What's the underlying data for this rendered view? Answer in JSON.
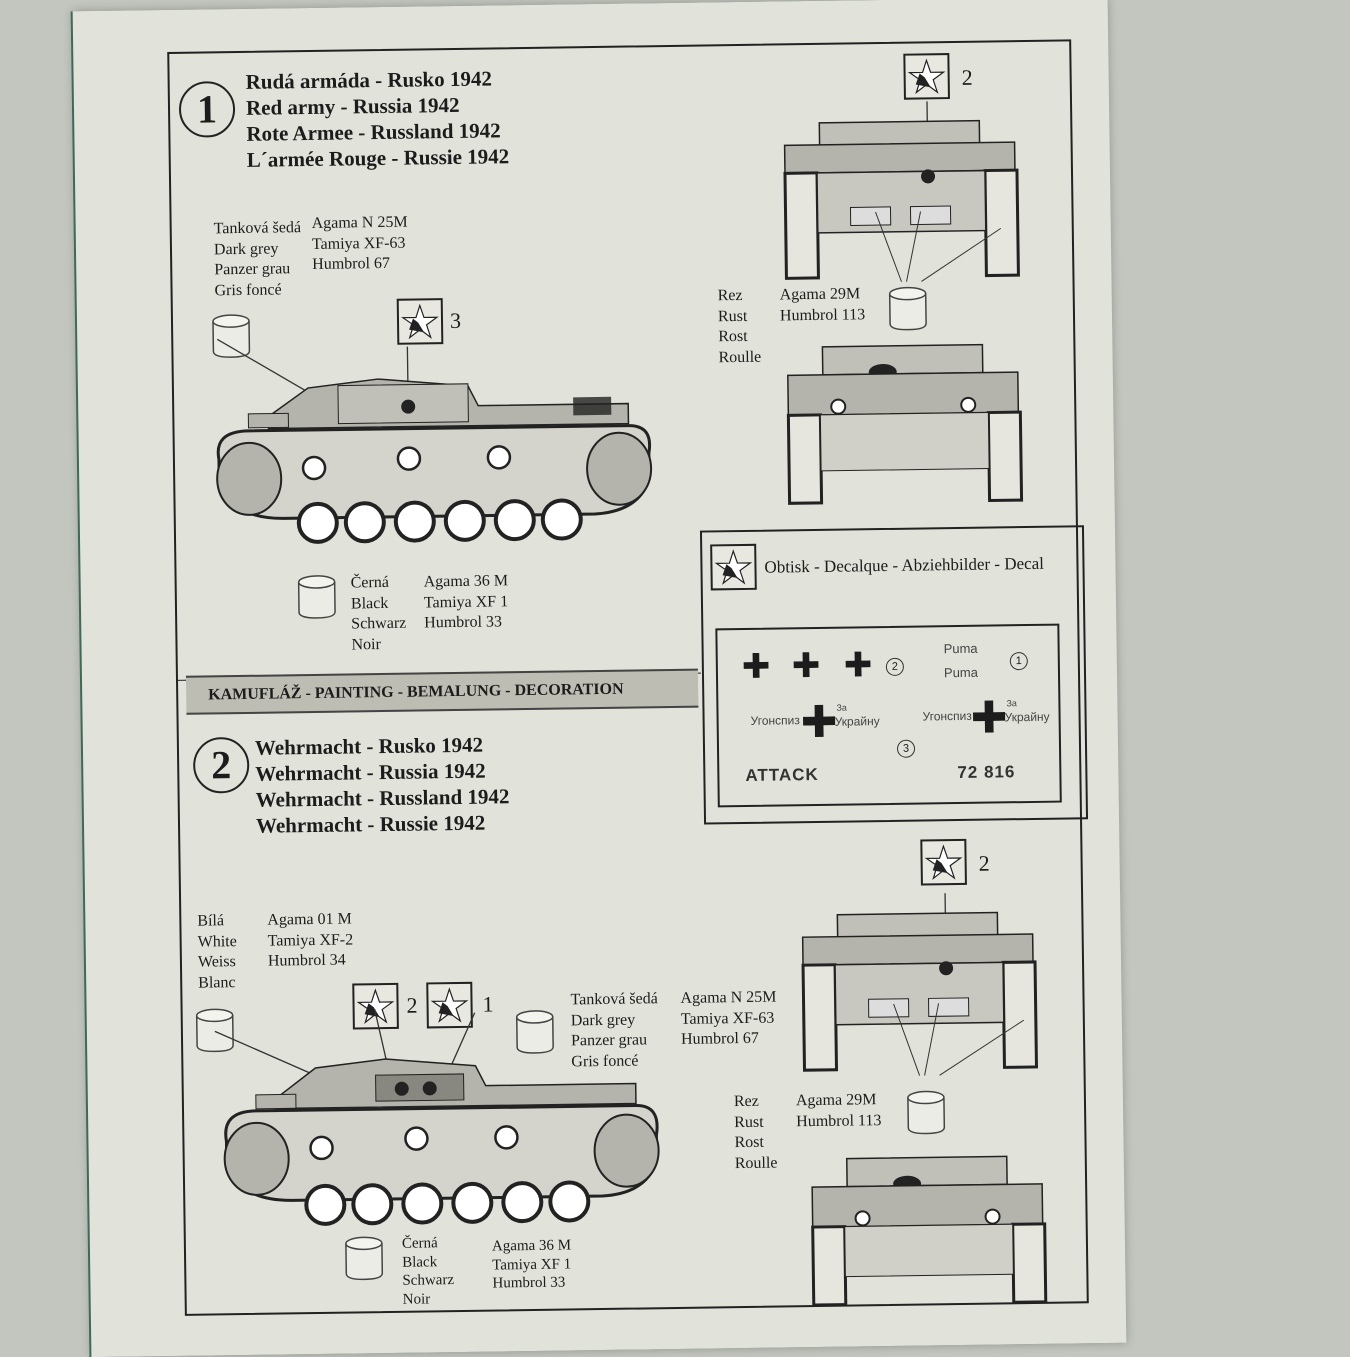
{
  "section1": {
    "number": "1",
    "titles": [
      "Rudá armáda - Rusko 1942",
      "Red army - Russia 1942",
      "Rote Armee - Russland 1942",
      "L´armée Rouge - Russie 1942"
    ],
    "paint_grey": {
      "names": [
        "Tanková šedá",
        "Dark grey",
        "Panzer grau",
        "Gris foncé"
      ],
      "codes": [
        "Agama N 25M",
        "Tamiya XF-63",
        "Humbrol 67"
      ]
    },
    "paint_black": {
      "names": [
        "Černá",
        "Black",
        "Schwarz",
        "Noir"
      ],
      "codes": [
        "Agama 36 M",
        "Tamiya XF 1",
        "Humbrol 33"
      ]
    },
    "paint_rust": {
      "names": [
        "Rez",
        "Rust",
        "Rost",
        "Roulle"
      ],
      "codes": [
        "Agama 29M",
        "Humbrol 113"
      ]
    },
    "decal_side": "3",
    "decal_front": "2"
  },
  "banner": "KAMUFLÁŽ - PAINTING - BEMALUNG - DECORATION",
  "decal_box": {
    "title": "Obtisk - Decalque - Abziehbilder - Decal",
    "puma_1": "Puma",
    "puma_2": "Puma",
    "num_1": "1",
    "num_2": "2",
    "num_3": "3",
    "slogan_left_1": "Угонспиз",
    "slogan_left_2": "За",
    "slogan_left_3": "Украйну",
    "slogan_right_1": "Угонспиз",
    "slogan_right_2": "За",
    "slogan_right_3": "Украйну",
    "brand": "ATTACK",
    "code": "72 816",
    "cross": "✚"
  },
  "section2": {
    "number": "2",
    "titles": [
      "Wehrmacht - Rusko 1942",
      "Wehrmacht - Russia 1942",
      "Wehrmacht - Russland 1942",
      "Wehrmacht - Russie 1942"
    ],
    "paint_white": {
      "names": [
        "Bílá",
        "White",
        "Weiss",
        "Blanc"
      ],
      "codes": [
        "Agama 01 M",
        "Tamiya XF-2",
        "Humbrol 34"
      ]
    },
    "paint_grey": {
      "names": [
        "Tanková šedá",
        "Dark grey",
        "Panzer grau",
        "Gris foncé"
      ],
      "codes": [
        "Agama N 25M",
        "Tamiya XF-63",
        "Humbrol 67"
      ]
    },
    "paint_black": {
      "names": [
        "Černá",
        "Black",
        "Schwarz",
        "Noir"
      ],
      "codes": [
        "Agama 36 M",
        "Tamiya XF 1",
        "Humbrol 33"
      ]
    },
    "paint_rust": {
      "names": [
        "Rez",
        "Rust",
        "Rost",
        "Roulle"
      ],
      "codes": [
        "Agama 29M",
        "Humbrol 113"
      ]
    },
    "decal_a": "2",
    "decal_b": "1",
    "decal_front": "2"
  },
  "icons": [
    "red-star-decal-icon",
    "paint-can-icon",
    "balkenkreuz-icon",
    "tank-side-view",
    "tank-front-view",
    "tank-rear-view"
  ],
  "colors": {
    "paper": "#e1e2da",
    "ink": "#1c1c1c",
    "vehicle": "#b4b4ac",
    "banner": "#bdbdb3"
  }
}
